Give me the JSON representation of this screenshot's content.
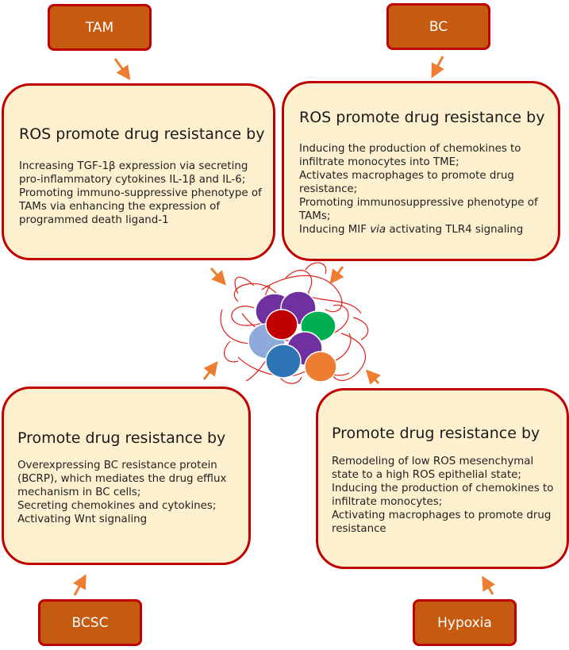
{
  "sources": {
    "tam": "TAM",
    "bc": "BC",
    "bcsc": "BCSC",
    "hypoxia": "Hypoxia"
  },
  "panels": {
    "tam": {
      "title": "ROS promote drug resistance by",
      "items": [
        "Increasing TGF-1β expression via secreting pro-inflammatory cytokines IL-1β and IL-6;",
        "Promoting immuno-suppressive phenotype of TAMs via enhancing the expression of programmed death ligand-1"
      ]
    },
    "bc": {
      "title": "ROS promote drug resistance by",
      "items": [
        "Inducing the production of chemokines to infiltrate monocytes into TME;",
        "Activates macrophages to promote drug resistance;",
        "Promoting immunosuppressive phenotype of TAMs;"
      ],
      "last_item": {
        "before": "Inducing MIF ",
        "italic": "via",
        "after": " activating TLR4 signaling"
      }
    },
    "bcsc": {
      "title": "Promote drug resistance by",
      "items": [
        "Overexpressing BC resistance protein (BCRP), which mediates the drug efflux mechanism in BC cells;",
        "Secreting chemokines and cytokines;",
        "Activating Wnt signaling"
      ]
    },
    "hypoxia": {
      "title": "Promote drug resistance by",
      "items": [
        "Remodeling of low ROS mesenchymal state to a high ROS epithelial state;",
        "Inducing the production of chemokines to infiltrate monocytes;",
        "Activating macrophages to promote drug resistance"
      ]
    }
  },
  "colors": {
    "label_fill": "#c55a11",
    "border": "#c00000",
    "panel_fill": "#fdf0cf",
    "arrow": "#ed7d31",
    "cell_purple": "#7030a0",
    "cell_red": "#c00000",
    "cell_green": "#00b050",
    "cell_lightblue": "#8eaadb",
    "cell_blue": "#2e75b6",
    "cell_orange": "#ed7d31"
  }
}
